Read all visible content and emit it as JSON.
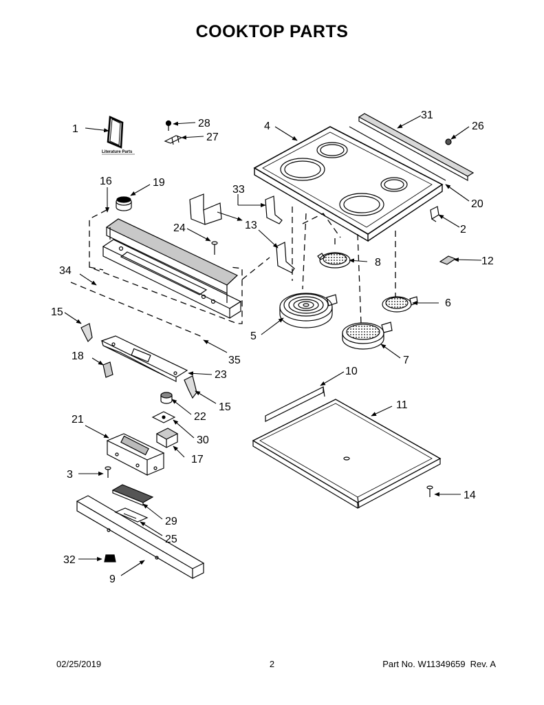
{
  "title": "COOKTOP PARTS",
  "literature_label": "Literature Parts",
  "callouts": {
    "c1": "1",
    "c2": "2",
    "c3": "3",
    "c4": "4",
    "c5": "5",
    "c6": "6",
    "c7": "7",
    "c8": "8",
    "c9": "9",
    "c10": "10",
    "c11": "11",
    "c12": "12",
    "c13": "13",
    "c14": "14",
    "c15a": "15",
    "c15b": "15",
    "c16": "16",
    "c17": "17",
    "c18": "18",
    "c19": "19",
    "c20": "20",
    "c21": "21",
    "c22": "22",
    "c23": "23",
    "c24": "24",
    "c25": "25",
    "c26": "26",
    "c27": "27",
    "c28": "28",
    "c29": "29",
    "c30": "30",
    "c31": "31",
    "c32": "32",
    "c33": "33",
    "c34": "34",
    "c35": "35"
  },
  "footer": {
    "date": "02/25/2019",
    "page": "2",
    "part_no": "Part No. W11349659",
    "rev": "Rev. A"
  }
}
